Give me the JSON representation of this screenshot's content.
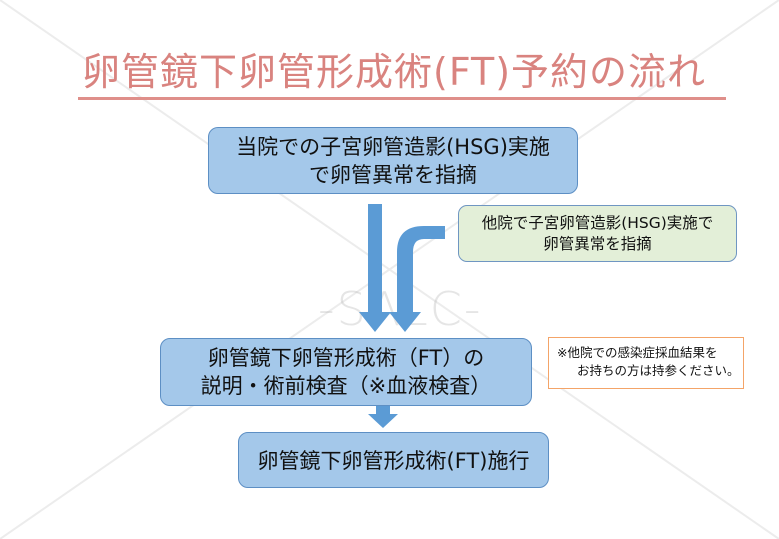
{
  "title": "卵管鏡下卵管形成術(FT)予約の流れ",
  "colors": {
    "title": "#d9837f",
    "box_fill": "#a4c8ea",
    "box_border": "#5d8fc4",
    "green_box_fill": "#e3efd8",
    "arrow": "#5b9bd5",
    "note_border": "#f4a468"
  },
  "steps": {
    "own_hospital_hsg": {
      "line1": "当院での子宮卵管造影(HSG)実施",
      "line2": "で卵管異常を指摘"
    },
    "other_hospital_hsg": {
      "line1": "他院で子宮卵管造影(HSG)実施で",
      "line2": "卵管異常を指摘"
    },
    "explanation": {
      "line1": "卵管鏡下卵管形成術（FT）の",
      "line2": "説明・術前検査（※血液検査）"
    },
    "surgery": {
      "line1": "卵管鏡下卵管形成術(FT)施行"
    }
  },
  "note": {
    "line1": "※他院での感染症採血結果を",
    "line2": "お持ちの方は持参ください。"
  },
  "watermark": "-SALC-"
}
